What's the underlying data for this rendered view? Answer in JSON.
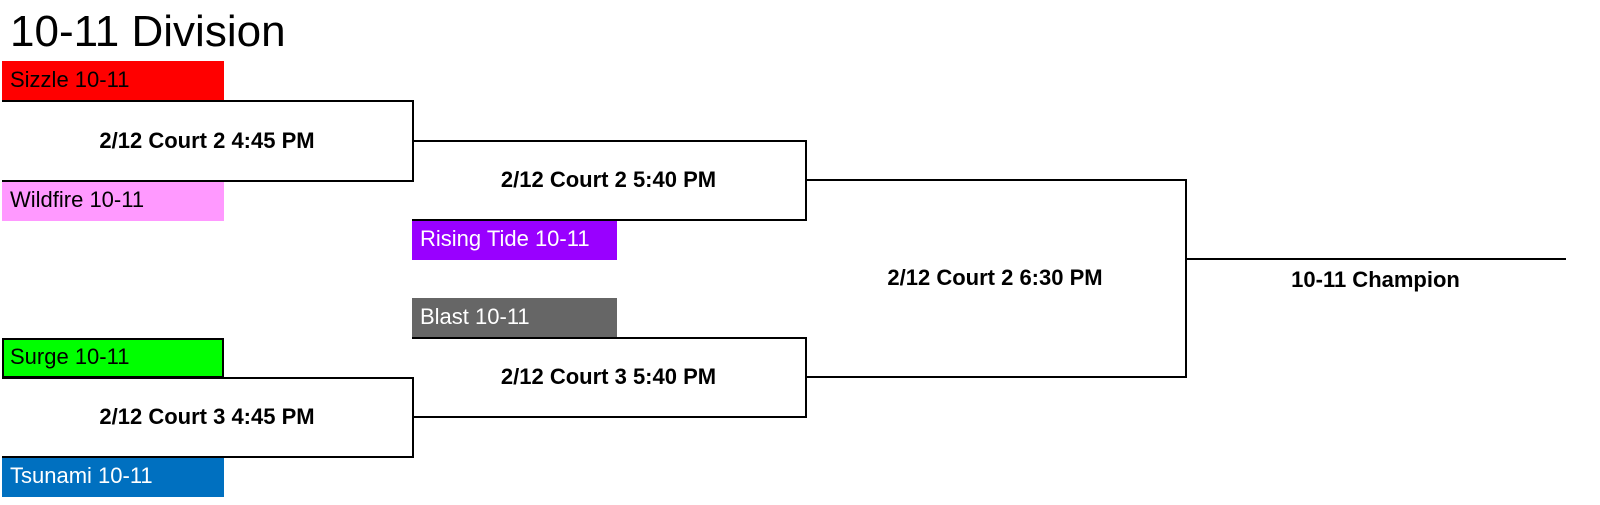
{
  "title": "10-11 Division",
  "teams": [
    {
      "name": "Sizzle 10-11",
      "color": "#ff0000",
      "text_color": "#000000"
    },
    {
      "name": "Wildfire 10-11",
      "color": "#ff99ff",
      "text_color": "#000000"
    },
    {
      "name": "Rising Tide 10-11",
      "color": "#9900ff",
      "text_color": "#ffffff"
    },
    {
      "name": "Blast 10-11",
      "color": "#666666",
      "text_color": "#ffffff"
    },
    {
      "name": "Surge 10-11",
      "color": "#00ff00",
      "text_color": "#000000"
    },
    {
      "name": "Tsunami 10-11",
      "color": "#0070c0",
      "text_color": "#ffffff"
    }
  ],
  "games": {
    "r1_top": "2/12 Court 2 4:45 PM",
    "r1_bottom": "2/12 Court 3 4:45 PM",
    "r2_top": "2/12 Court 2 5:40 PM",
    "r2_bottom": "2/12 Court 3 5:40 PM",
    "final": "2/12 Court 2 6:30 PM"
  },
  "champion": "10-11 Champion"
}
